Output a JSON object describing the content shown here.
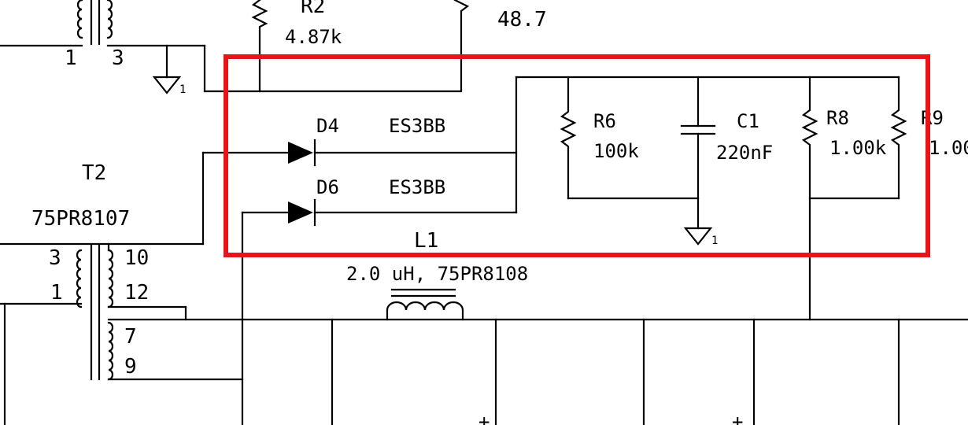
{
  "top": {
    "r2_ref": "R2",
    "r2_val": "4.87k",
    "r_right_val": "48.7",
    "t1_pin1": "1",
    "t1_pin3": "3",
    "gnd1": "1"
  },
  "highlight": {
    "color": "#e8141b"
  },
  "diodes": [
    {
      "ref": "D4",
      "part": "ES3BB"
    },
    {
      "ref": "D6",
      "part": "ES3BB"
    }
  ],
  "components": {
    "r6_ref": "R6",
    "r6_val": "100k",
    "c1_ref": "C1",
    "c1_val": "220nF",
    "r8_ref": "R8",
    "r8_val": "1.00k",
    "r9_ref": "R9",
    "r9_val": "1.00",
    "gnd2": "1"
  },
  "t2": {
    "ref": "T2",
    "part": "75PR8107",
    "pin3": "3",
    "pin1": "1",
    "pin10": "10",
    "pin12": "12",
    "pin7": "7",
    "pin9": "9"
  },
  "l1": {
    "ref": "L1",
    "val": "2.0 uH, 75PR8108"
  },
  "plus": [
    "+",
    "+"
  ]
}
